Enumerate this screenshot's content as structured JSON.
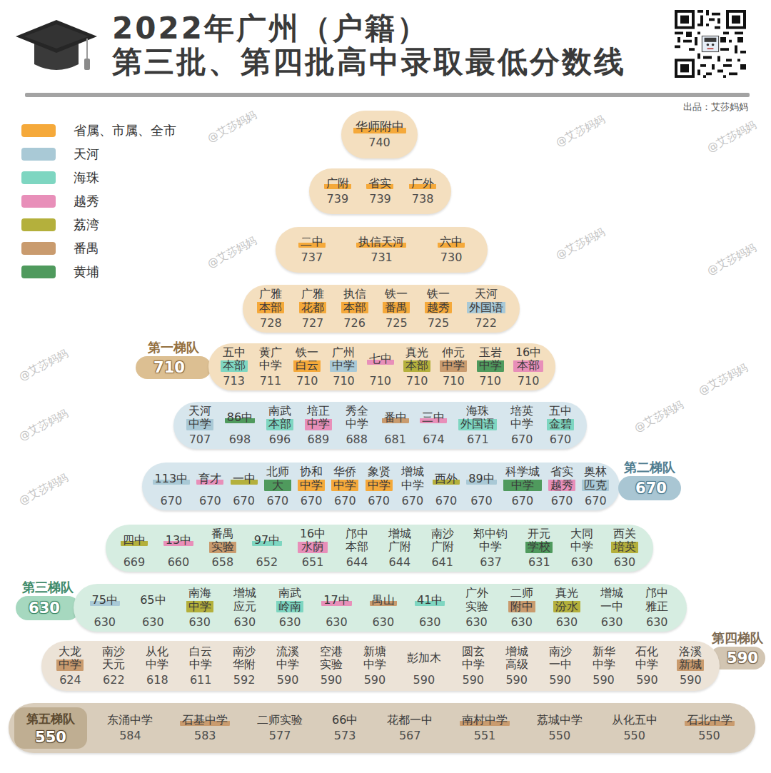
{
  "diagram": {
    "title": "2022年广州（户籍） 第三批、第四批高中录取最低分数线",
    "nodes": [
      {
        "text": [
          "华师附中",
          "740"
        ]
      },
      {
        "text": [
          "广附",
          "739",
          "省实",
          "739",
          "广外",
          "738"
        ]
      },
      {
        "text": [
          "二中",
          "737",
          "执信天河",
          "731",
          "六中",
          "730"
        ]
      },
      {
        "text": [
          "广雅 本部",
          "728",
          "广雅 花都",
          "727",
          "执信 本部",
          "726",
          "铁一 番禺",
          "725",
          "铁一 越秀",
          "725",
          "天河 外国语",
          "722"
        ]
      },
      {
        "text": [
          "第一梯队",
          "710"
        ]
      },
      {
        "text": [
          "五中 本部",
          "713",
          "黄广 中学",
          "711",
          "铁一 白云",
          "710",
          "广州 中学",
          "710",
          "七中",
          "710",
          "真光 本部",
          "710",
          "仲元 中学",
          "710",
          "玉岩 中学",
          "710",
          "16中 本部",
          "710"
        ]
      },
      {
        "text": [
          "天河 中学",
          "707",
          "86中",
          "698",
          "南武 本部",
          "696",
          "培正 中学",
          "689",
          "秀全 中学",
          "688",
          "番中",
          "681",
          "三中",
          "674",
          "海珠 外国语",
          "671",
          "培英 中学",
          "670",
          "五中 金碧",
          "670"
        ]
      },
      {
        "text": [
          "113中",
          "670",
          "育才",
          "670",
          "一中",
          "670",
          "北师 大",
          "670",
          "协和 中学",
          "670",
          "华侨 中学",
          "670",
          "象贤 中学",
          "670",
          "增城 中学",
          "670",
          "西外",
          "670",
          "89中",
          "670",
          "科学城 中学",
          "670",
          "省实 越秀",
          "670",
          "奥林 匹克",
          "670"
        ]
      },
      {
        "text": [
          "第二梯队",
          "670"
        ]
      },
      {
        "text": [
          "四中",
          "669",
          "13中",
          "660",
          "番禺 实验",
          "658",
          "97中",
          "652",
          "16中 水荫",
          "651",
          "邝中 本部",
          "644",
          "增城 广附",
          "644",
          "南沙 广附",
          "641",
          "郑中钧 中学",
          "637",
          "开元 学校",
          "631",
          "大同 中学",
          "630",
          "西关 培英",
          "630"
        ]
      },
      {
        "text": [
          "第三梯队",
          "630"
        ]
      },
      {
        "text": [
          "75中",
          "630",
          "65中",
          "630",
          "南海 中学",
          "630",
          "增城 应元",
          "630",
          "南武 岭南",
          "630",
          "17中",
          "630",
          "禺山",
          "630",
          "41中",
          "630",
          "广外 实验",
          "630",
          "二师 附中",
          "630",
          "真光 汾水",
          "630",
          "增城 一中",
          "630",
          "邝中 雅正",
          "630"
        ]
      },
      {
        "text": [
          "第四梯队",
          "590"
        ]
      },
      {
        "text": [
          "大龙 中学",
          "624",
          "南沙 天元",
          "622",
          "从化 中学",
          "618",
          "白云 中学",
          "611",
          "南沙 华附",
          "592",
          "流溪 中学",
          "590",
          "空港 实验",
          "590",
          "新塘 中学",
          "590",
          "彭加木",
          "590",
          "圆玄 中学",
          "590",
          "增城 高级",
          "590",
          "南沙 一中",
          "590",
          "新华 中学",
          "590",
          "石化 中学",
          "590",
          "洛溪 新城",
          "590"
        ]
      },
      {
        "text": [
          "东涌中学",
          "584",
          "石基中学",
          "583",
          "二师实验",
          "577",
          "66中",
          "573",
          "花都一中",
          "567",
          "南村中学",
          "551",
          "荔城中学",
          "550",
          "从化五中",
          "550",
          "石北中学",
          "550"
        ]
      },
      {
        "text": [
          "第五梯队",
          "550"
        ],
        "in": 14
      }
    ],
    "labels": [
      "出品：艾莎妈妈",
      "@艾莎妈妈",
      "@艾莎妈妈",
      "@艾莎妈妈",
      "@艾莎妈妈",
      "@艾莎妈妈",
      "@艾莎妈妈",
      "@艾莎妈妈",
      "@艾莎妈妈",
      "@艾莎妈妈",
      "@艾莎妈妈",
      "@艾莎妈妈"
    ],
    "legend": [
      {
        "text": "省属、市属、全市",
        "color": "#f5a93a"
      },
      {
        "text": "天河",
        "color": "#a9c9d6"
      },
      {
        "text": "海珠",
        "color": "#7ed6c1"
      },
      {
        "text": "越秀",
        "color": "#e88fb9"
      },
      {
        "text": "荔湾",
        "color": "#b4b03c"
      },
      {
        "text": "番禺",
        "color": "#c99b6e"
      },
      {
        "text": "黄埔",
        "color": "#4f9a5d"
      }
    ]
  }
}
